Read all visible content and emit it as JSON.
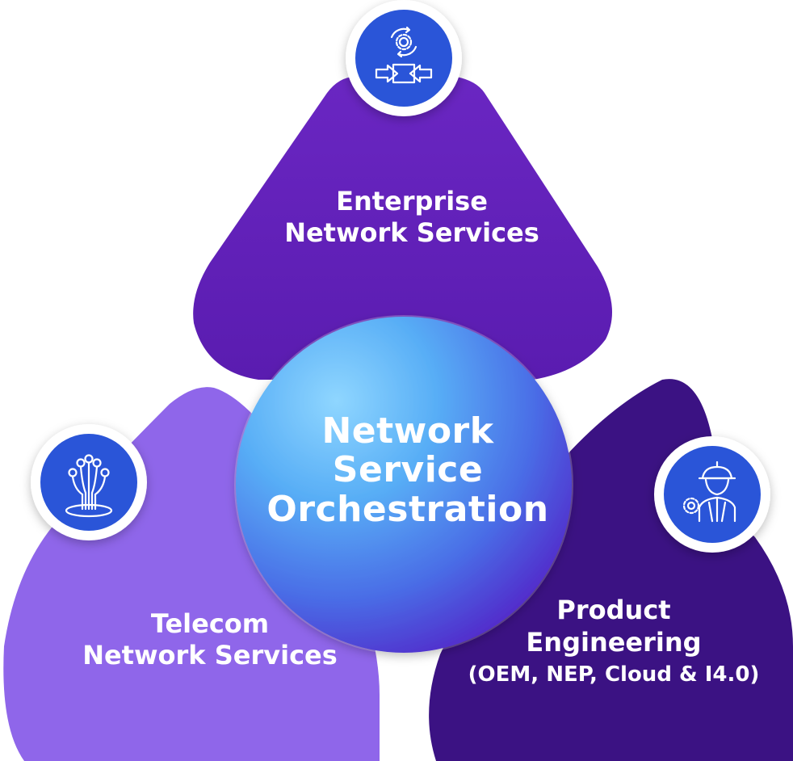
{
  "center": {
    "lines": [
      "Network",
      "Service",
      "Orchestration"
    ]
  },
  "enterprise": {
    "lines": [
      "Enterprise",
      "Network Services"
    ],
    "icon": "network-gear-arrows-icon"
  },
  "telecom": {
    "lines": [
      "Telecom",
      "Network Services"
    ],
    "icon": "fiber-optic-icon"
  },
  "product": {
    "lines": [
      "Product",
      "Engineering",
      "(OEM, NEP, Cloud & I4.0)"
    ],
    "icon": "engineer-gear-icon"
  },
  "colors": {
    "enterprise_petal": "#5f1fb5",
    "telecom_petal": "#8f66ea",
    "product_petal": "#3b1283",
    "icon_badge": "#2a55d8",
    "center_light": "#6fc3ff",
    "center_dark": "#5324c8",
    "text": "#ffffff"
  }
}
